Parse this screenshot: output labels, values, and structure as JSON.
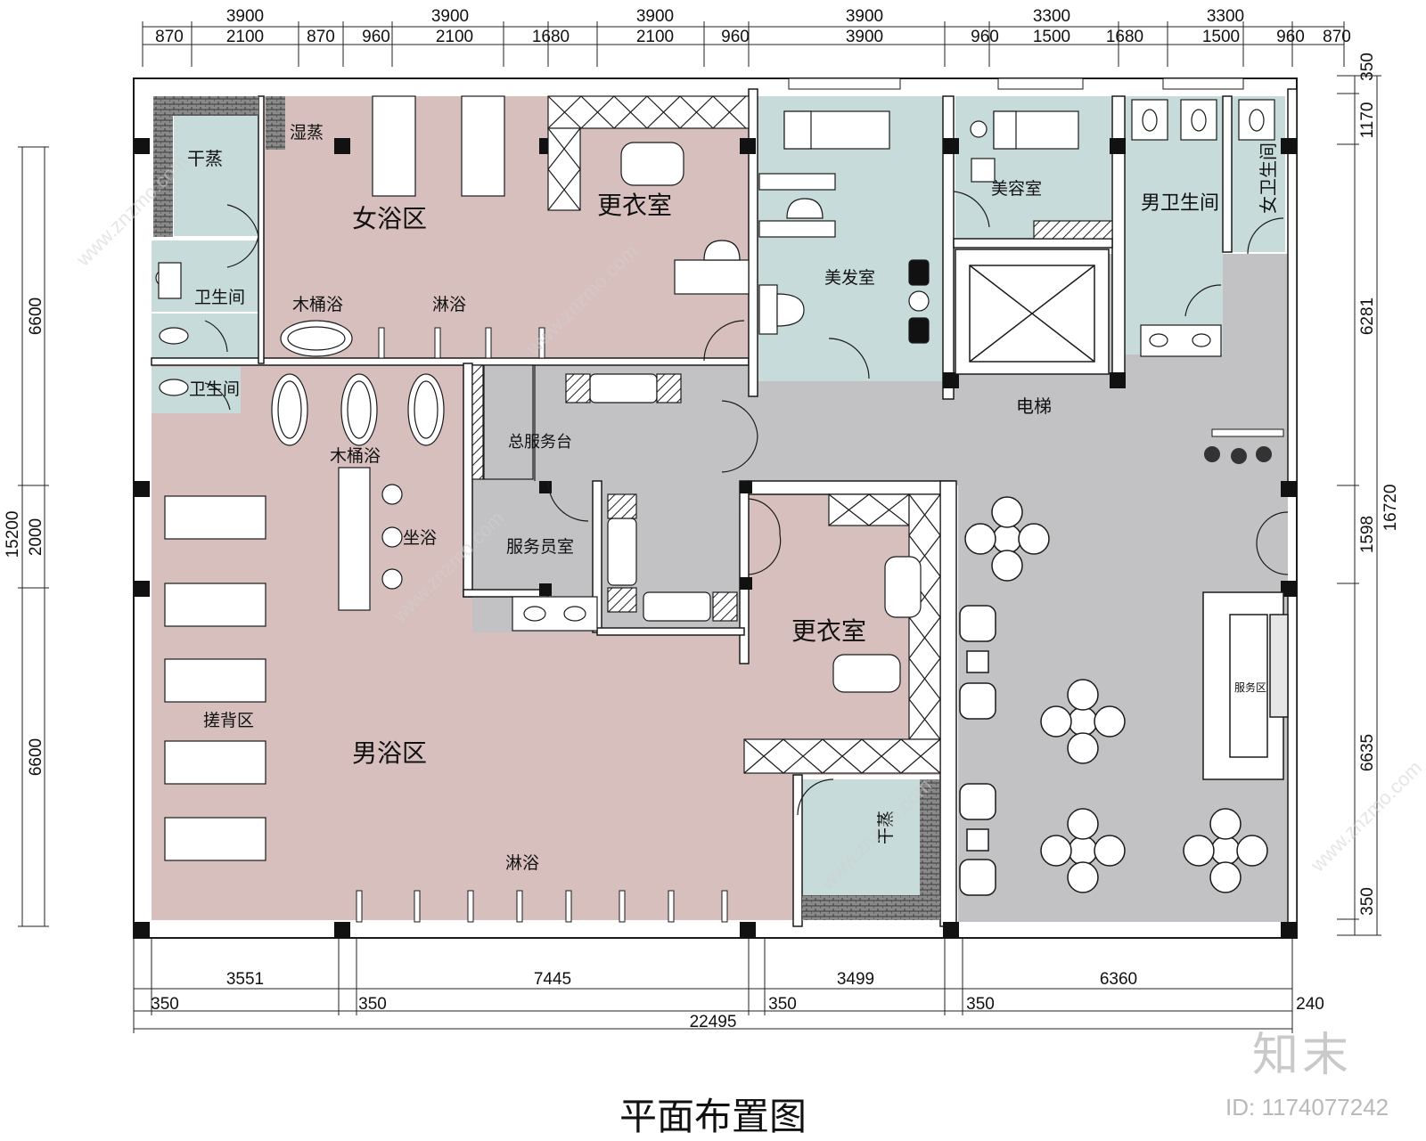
{
  "title": "平面布置图",
  "watermark": {
    "logo": "知末",
    "id": "ID: 1174077242",
    "site": "www.znzmo.com"
  },
  "colors": {
    "pink": "#d7bfbd",
    "blue": "#c6dbda",
    "gray": "#c2c1c4",
    "wall": "#ffffff",
    "line": "#1a1a1a"
  },
  "dims": {
    "top_row1": [
      "3900",
      "3900",
      "3900",
      "3900",
      "3300",
      "3300"
    ],
    "top_row2": [
      "870",
      "2100",
      "870",
      "960",
      "2100",
      "1680",
      "2100",
      "960",
      "3900",
      "960",
      "1500",
      "1680",
      "1500",
      "960",
      "870"
    ],
    "left": [
      "6600",
      "15200",
      "2000",
      "6600"
    ],
    "right": [
      "350",
      "1170",
      "6281",
      "16720",
      "1598",
      "6635",
      "350"
    ],
    "bottom_row1": [
      "3551",
      "7445",
      "3499",
      "6360"
    ],
    "bottom_row2": [
      "350",
      "350",
      "350",
      "350",
      "240"
    ],
    "total": "22495"
  },
  "rooms": {
    "dry_steam_1": "干蒸",
    "wet_steam": "湿蒸",
    "womens_bath": "女浴区",
    "changing_1": "更衣室",
    "restroom_1": "卫生间",
    "tub_bath_1": "木桶浴",
    "shower_1": "淋浴",
    "restroom_2": "卫生间",
    "tub_bath_2": "木桶浴",
    "sit_bath": "坐浴",
    "front_desk": "总服务台",
    "staff_room": "服务员室",
    "hair_salon": "美发室",
    "beauty_room": "美容室",
    "mens_wc": "男卫生间",
    "womens_wc": "女卫生间",
    "elevator": "电梯",
    "changing_2": "更衣室",
    "back_scrub": "搓背区",
    "mens_bath": "男浴区",
    "shower_2": "淋浴",
    "dry_steam_2": "干蒸",
    "service_area": "服务区"
  }
}
